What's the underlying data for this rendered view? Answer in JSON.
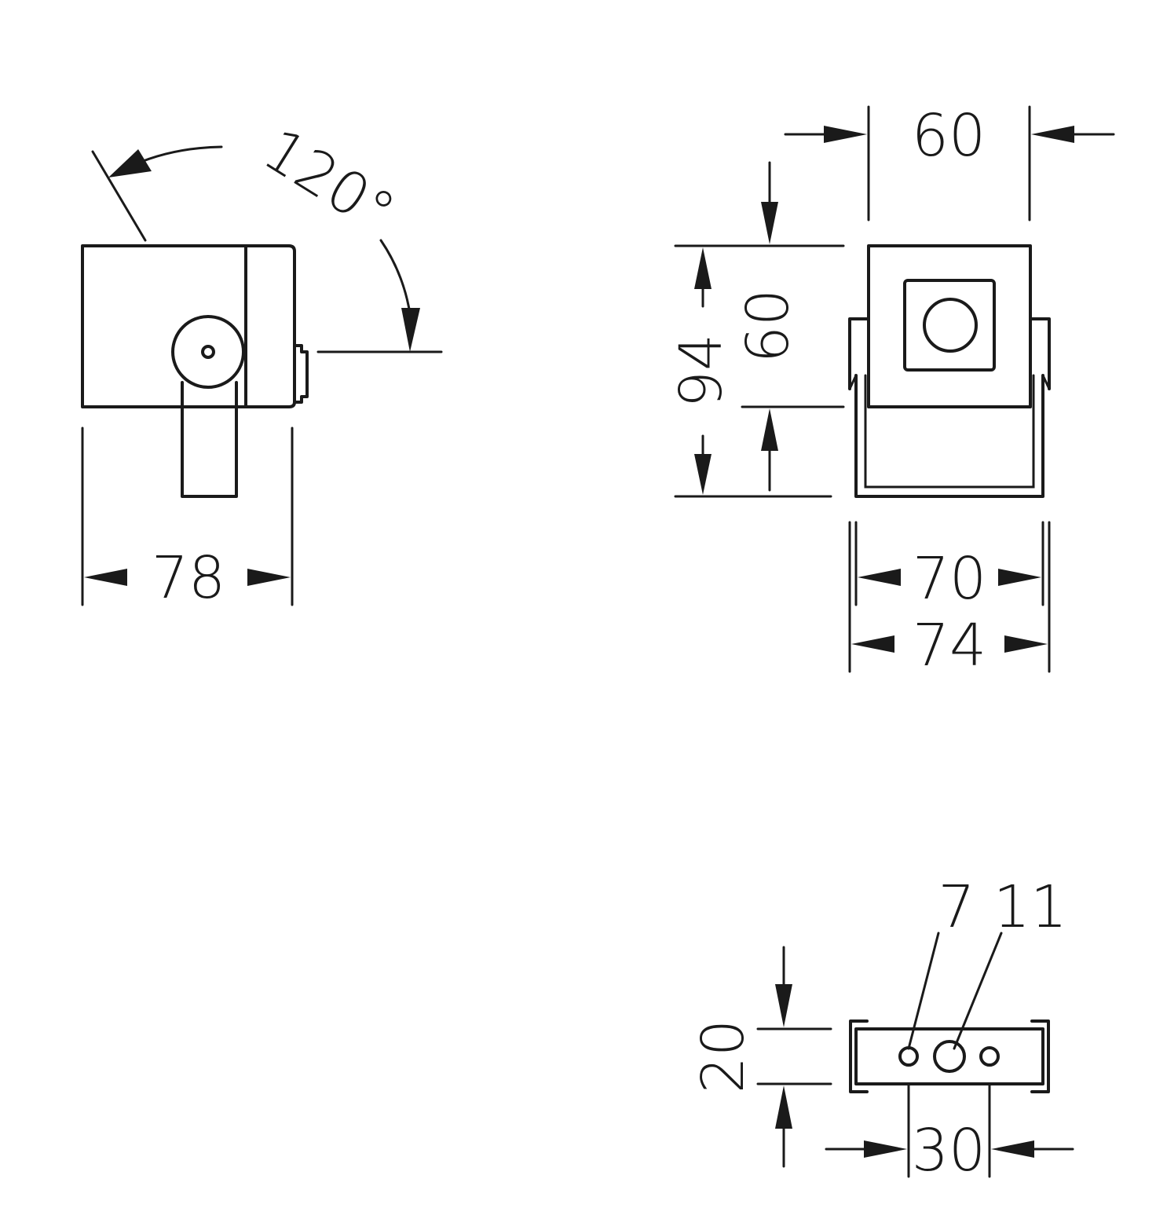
{
  "labels": {
    "angle": "120°",
    "side_width": "78",
    "front_width": "60",
    "total_height": "94",
    "head_height": "60",
    "bracket_inner_width": "70",
    "bracket_outer_width": "74",
    "base_height": "20",
    "hole_spacing": "30",
    "hole_small": "7",
    "hole_large": "11"
  },
  "colors": {
    "line": "#1a1a1a",
    "background": "#ffffff"
  }
}
